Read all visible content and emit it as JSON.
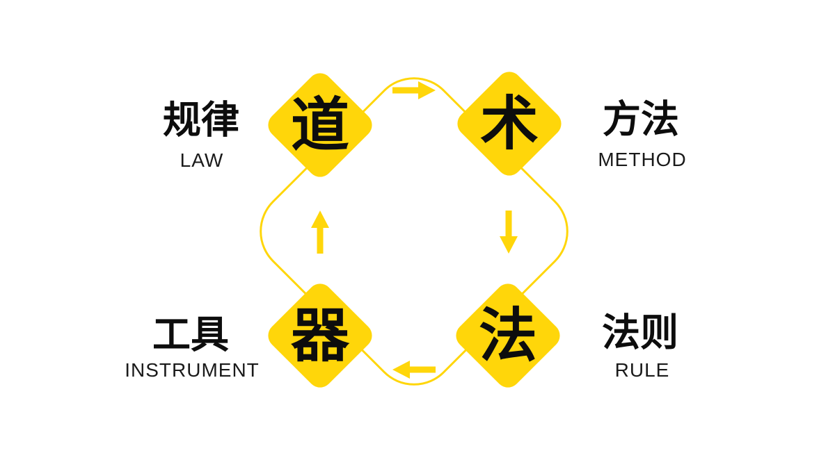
{
  "colors": {
    "accent_yellow": "#FFD60A",
    "text_dark": "#0d0d0d",
    "background_white": "#FFFFFF"
  },
  "diagram": {
    "type": "cycle",
    "nodes": [
      {
        "char": "道",
        "side_label_zh": "规律",
        "side_label_en": "LAW",
        "position": "top-left"
      },
      {
        "char": "术",
        "side_label_zh": "方法",
        "side_label_en": "METHOD",
        "position": "top-right"
      },
      {
        "char": "法",
        "side_label_zh": "法则",
        "side_label_en": "RULE",
        "position": "bottom-right"
      },
      {
        "char": "器",
        "side_label_zh": "工具",
        "side_label_en": "INSTRUMENT",
        "position": "bottom-left"
      }
    ],
    "arrows": [
      {
        "direction": "right",
        "from": "道",
        "to": "术"
      },
      {
        "direction": "down",
        "from": "术",
        "to": "法"
      },
      {
        "direction": "left",
        "from": "法",
        "to": "器"
      },
      {
        "direction": "up",
        "from": "器",
        "to": "道"
      }
    ]
  }
}
